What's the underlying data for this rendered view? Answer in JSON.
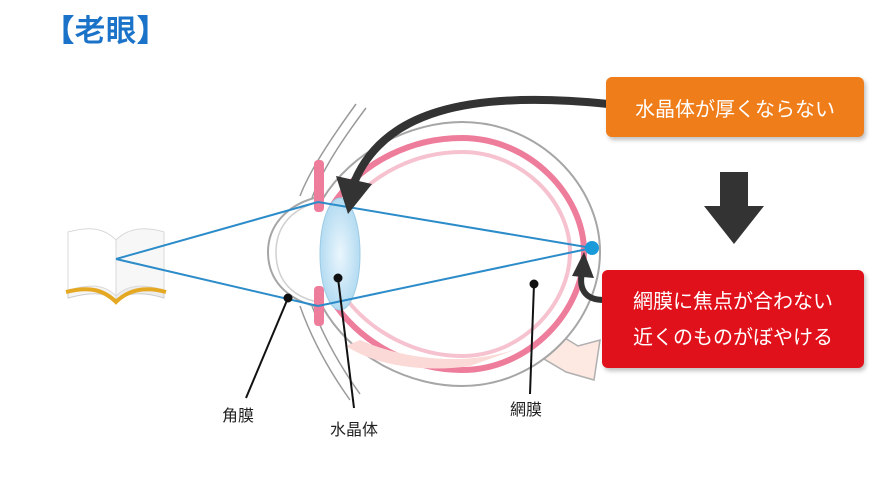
{
  "title": "【老眼】",
  "callouts": {
    "top": "水晶体が厚くならない",
    "bottom_line1": "網膜に焦点が合わない",
    "bottom_line2": "近くのものがぼやける"
  },
  "labels": {
    "cornea": "角膜",
    "lens": "水晶体",
    "retina": "網膜"
  },
  "colors": {
    "title": "#1a73c8",
    "ray": "#2c8cc9",
    "focus_point": "#1a9ad9",
    "callout_orange": "#ef7d1a",
    "callout_red": "#e1111b",
    "eye_pink": "#ee7d9c",
    "arrow_dark": "#333333"
  }
}
